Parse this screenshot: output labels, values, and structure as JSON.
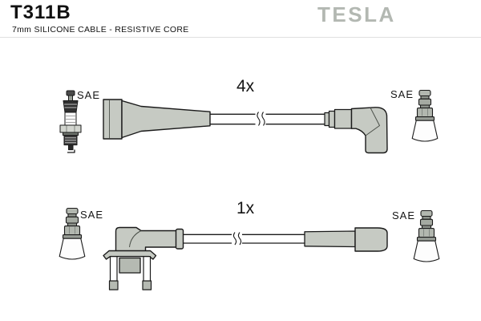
{
  "header": {
    "part_number": "T311B",
    "subtitle": "7mm SILICONE CABLE - RESISTIVE CORE",
    "brand": "TESLA"
  },
  "rows": [
    {
      "quantity": "4x",
      "left_label": "SAE",
      "right_label": "SAE"
    },
    {
      "quantity": "1x",
      "left_label": "SAE",
      "right_label": "SAE"
    }
  ],
  "colors": {
    "brand_gray": "#b3b8b2",
    "boot_fill": "#c6cac3",
    "boot_fill_dark": "#b5bab2",
    "outline": "#1a1a1a",
    "terminal_light": "#b2b7af",
    "terminal_dark": "#8d928b",
    "ceramic_white": "#fdfdfd",
    "header_rule": "#e0e0e0"
  }
}
